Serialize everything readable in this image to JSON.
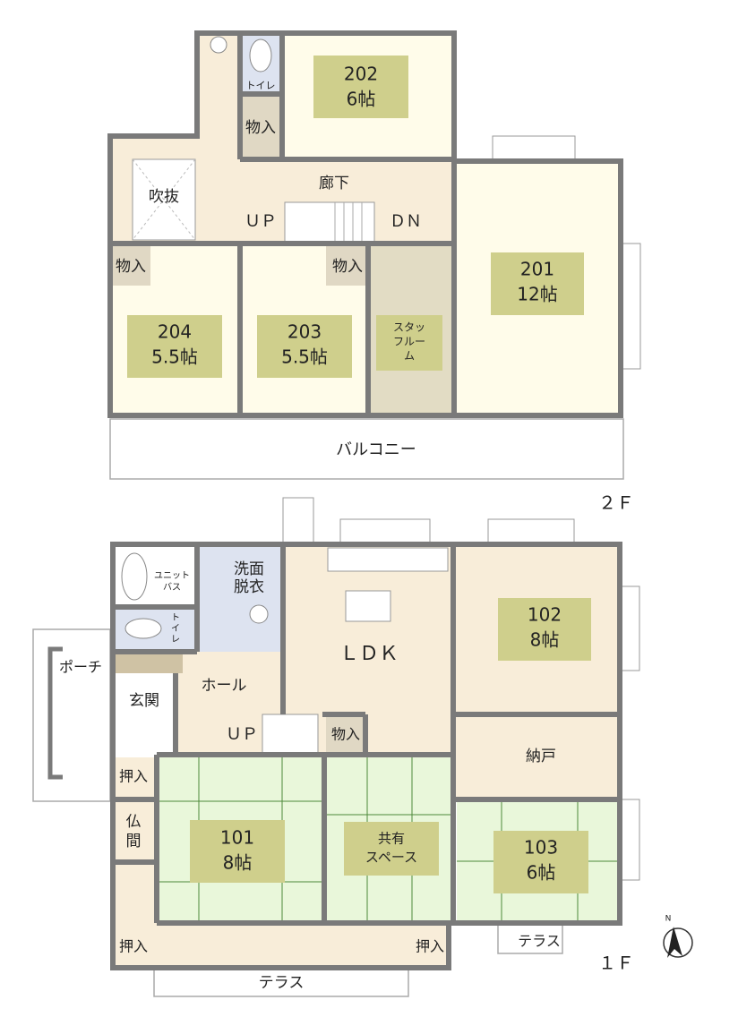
{
  "floor2": {
    "label": "２Ｆ",
    "rooms": {
      "r202": {
        "number": "202",
        "size": "6帖"
      },
      "r201": {
        "number": "201",
        "size": "12帖"
      },
      "r204": {
        "number": "204",
        "size": "5.5帖"
      },
      "r203": {
        "number": "203",
        "size": "5.5帖"
      },
      "staff_room": {
        "line1": "スタッ",
        "line2": "フルー",
        "line3": "ム"
      }
    },
    "toilet": "トイレ",
    "storage": "物入",
    "corridor": "廊下",
    "void": "吹抜",
    "up": "ＵＰ",
    "dn": "ＤＮ",
    "balcony": "バルコニー"
  },
  "floor1": {
    "label": "１Ｆ",
    "rooms": {
      "r102": {
        "number": "102",
        "size": "8帖"
      },
      "r101": {
        "number": "101",
        "size": "8帖"
      },
      "r103": {
        "number": "103",
        "size": "6帖"
      },
      "shared": {
        "line1": "共有",
        "line2": "スペース"
      }
    },
    "ldk": "ＬＤＫ",
    "unit_bath": {
      "line1": "ユニット",
      "line2": "バス"
    },
    "washroom": {
      "line1": "洗面",
      "line2": "脱衣"
    },
    "toilet": {
      "line1": "ト",
      "line2": "イ",
      "line3": "レ"
    },
    "porch": "ポーチ",
    "entrance": "玄関",
    "hall": "ホール",
    "up": "ＵＰ",
    "storage": "物入",
    "closet_room": "納戸",
    "oshiire": "押入",
    "butsuma": {
      "line1": "仏",
      "line2": "間"
    },
    "terrace": "テラス"
  },
  "compass": {
    "north": "N"
  },
  "colors": {
    "wall": "#7a7a7a",
    "floor_wood": "#f8edd9",
    "floor_room": "#fffcea",
    "floor_tatami": "#e9f7da",
    "floor_staff": "#e2dcc4",
    "floor_closet": "#e0d8c4",
    "floor_wet": "#dde3f0",
    "label_box": "#cfcf8c"
  }
}
